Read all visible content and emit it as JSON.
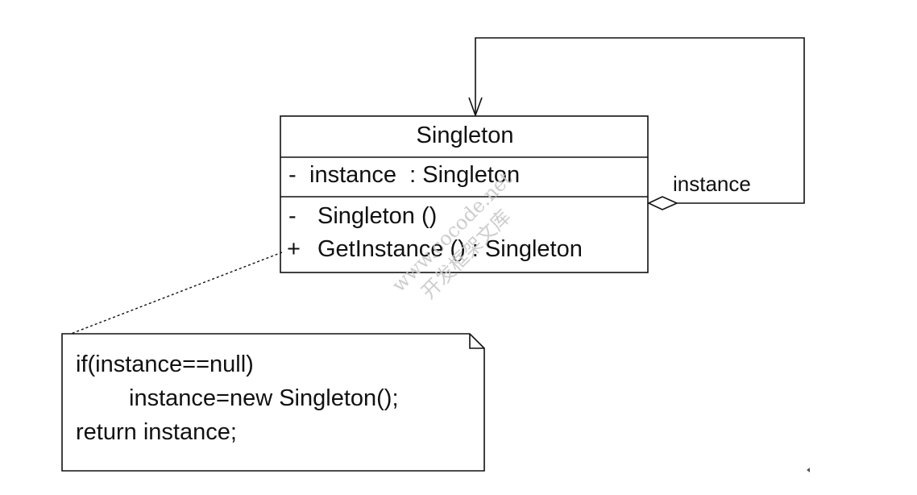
{
  "class": {
    "name": "Singleton",
    "attributes": [
      {
        "visibility": "-",
        "text": "instance  : Singleton"
      }
    ],
    "operations": [
      {
        "visibility": "-",
        "text": "Singleton ()"
      },
      {
        "visibility": "+",
        "text": "GetInstance () : Singleton"
      }
    ]
  },
  "association": {
    "label": "instance",
    "kind": "self-aggregation"
  },
  "note": {
    "lines": [
      "if(instance==null)",
      "instance=new Singleton();",
      "return instance;"
    ]
  },
  "watermark": {
    "lines": [
      "www.cocode.net",
      "开发框架文库"
    ]
  },
  "colors": {
    "line": "#111111",
    "background": "#ffffff",
    "watermark": "#c8c8c8"
  }
}
